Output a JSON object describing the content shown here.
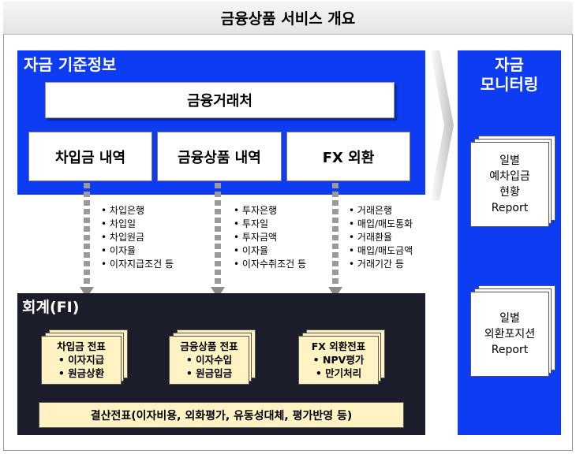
{
  "title": "금융상품 서비스 개요",
  "fund_info": {
    "title": "자금 기준정보",
    "partner": "금융거래처",
    "categories": [
      "차입금 내역",
      "금융상품 내역",
      "FX 외환"
    ]
  },
  "details": {
    "borrowing": [
      "차입은행",
      "차입일",
      "차입원금",
      "이자율",
      "이자지급조건 등"
    ],
    "investment": [
      "투자은행",
      "투자일",
      "투자금액",
      "이자율",
      "이자수취조건 등"
    ],
    "fx": [
      "거래은행",
      "매입/매도통화",
      "거래환율",
      "매입/매도금액",
      "거래기간 등"
    ]
  },
  "accounting": {
    "title": "회계(FI)",
    "vouchers": [
      {
        "title": "차입금 전표",
        "items": [
          "이자지급",
          "원금상환"
        ]
      },
      {
        "title": "금융상품 전표",
        "items": [
          "이자수입",
          "원금입금"
        ]
      },
      {
        "title": "FX 외환전표",
        "items": [
          "NPV평가",
          "만기처리"
        ]
      }
    ],
    "settlement": "결산전표(이자비용, 외화평가, 유동성대체, 평가반영 등)"
  },
  "monitoring": {
    "title_line1": "자금",
    "title_line2": "모니터링",
    "reports": [
      {
        "lines": [
          "일별",
          "예차입금",
          "현황",
          "Report"
        ]
      },
      {
        "lines": [
          "일별",
          "외환포지션",
          "Report"
        ]
      }
    ]
  },
  "colors": {
    "panel_blue": "#0d3cf2",
    "panel_dark": "#1c1d2a",
    "voucher_fill": "#fff3c4"
  }
}
